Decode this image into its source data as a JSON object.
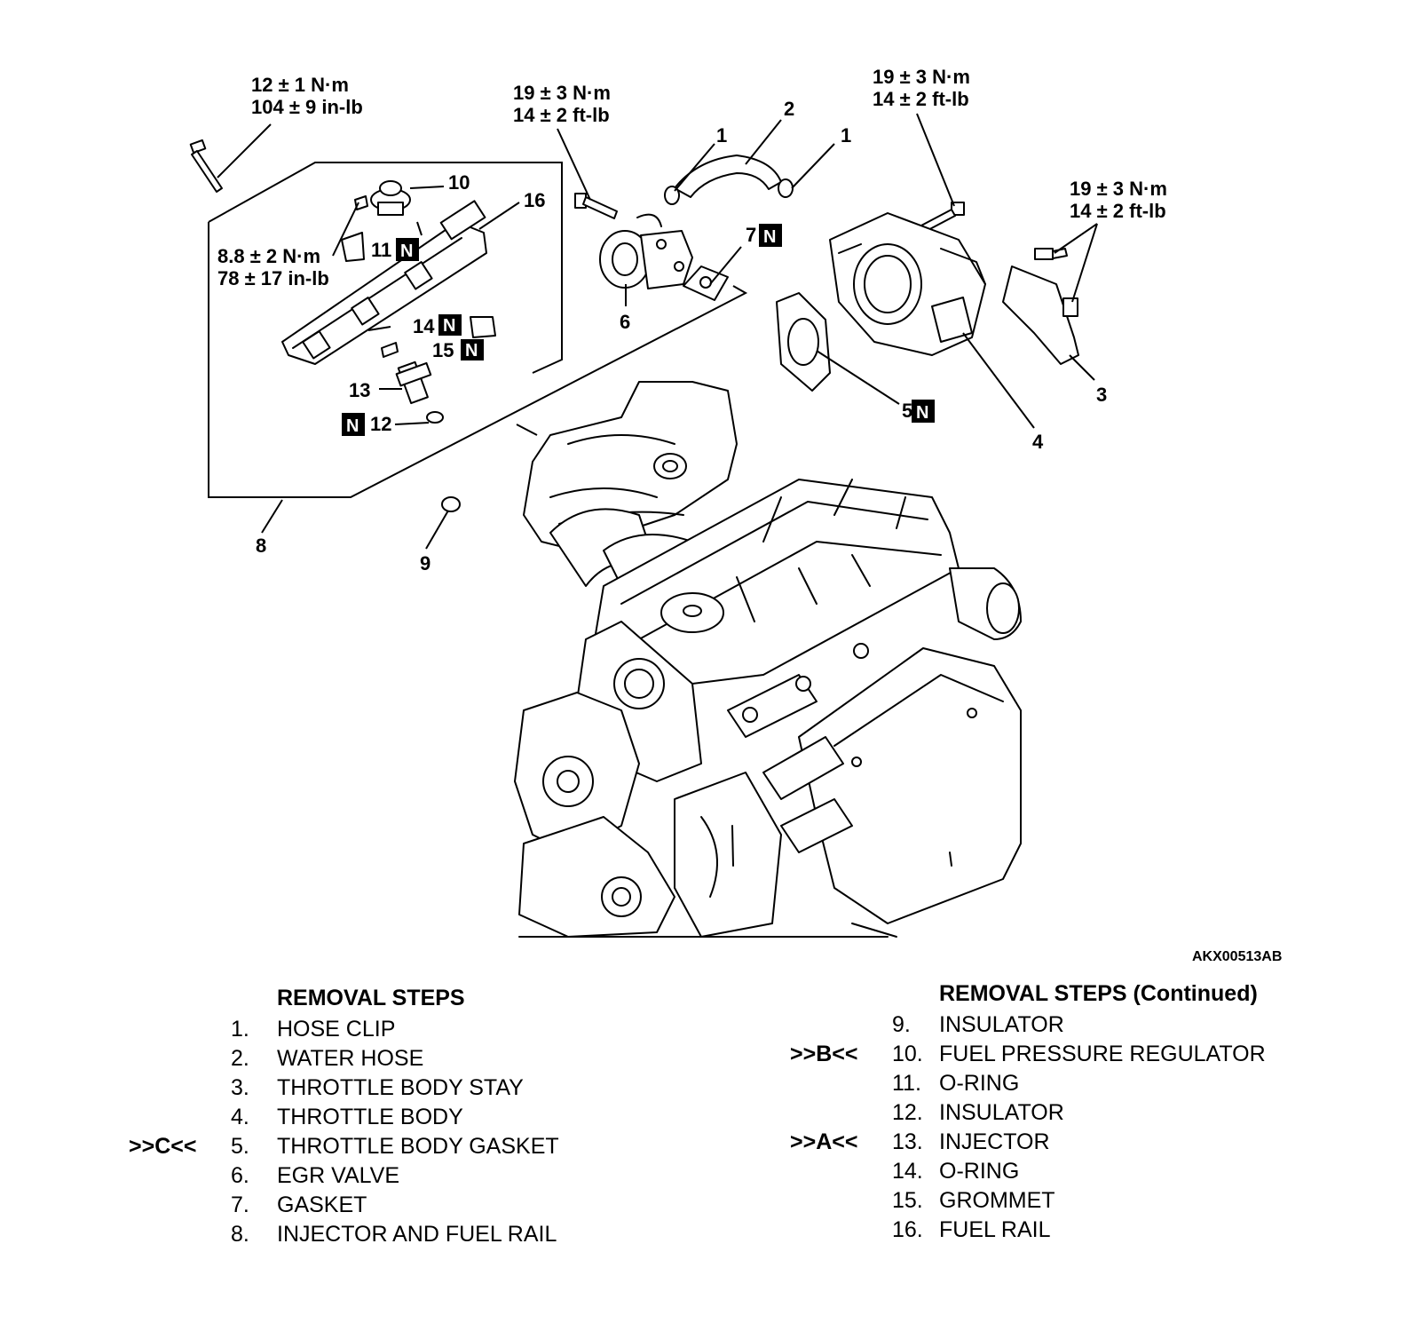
{
  "figure_code": "AKX00513AB",
  "torque_specs": {
    "t_top_left": [
      "12 ± 1 N·m",
      "104 ± 9 in-lb"
    ],
    "t_egr_bolt": [
      "19 ± 3 N·m",
      "14 ± 2 ft-lb"
    ],
    "t_tb_bolt": [
      "19 ± 3 N·m",
      "14 ± 2 ft-lb"
    ],
    "t_stay_bolt": [
      "19 ± 3 N·m",
      "14 ± 2 ft-lb"
    ],
    "t_regulator": [
      "8.8 ± 2 N·m",
      "78 ± 17 in-lb"
    ]
  },
  "callouts": {
    "c1a": "1",
    "c1b": "1",
    "c2": "2",
    "c3": "3",
    "c4": "4",
    "c5": "5",
    "c6": "6",
    "c7": "7",
    "c8": "8",
    "c9": "9",
    "c10": "10",
    "c11": "11",
    "c12": "12",
    "c13": "13",
    "c14": "14",
    "c15": "15",
    "c16": "16"
  },
  "new_part_mark": "N",
  "removal_steps": {
    "heading": "REMOVAL STEPS",
    "items": [
      {
        "ref": "",
        "num": "1.",
        "text": "HOSE CLIP"
      },
      {
        "ref": "",
        "num": "2.",
        "text": "WATER HOSE"
      },
      {
        "ref": "",
        "num": "3.",
        "text": "THROTTLE BODY STAY"
      },
      {
        "ref": "",
        "num": "4.",
        "text": "THROTTLE BODY"
      },
      {
        "ref": ">>C<<",
        "num": "5.",
        "text": "THROTTLE BODY GASKET"
      },
      {
        "ref": "",
        "num": "6.",
        "text": "EGR VALVE"
      },
      {
        "ref": "",
        "num": "7.",
        "text": "GASKET"
      },
      {
        "ref": "",
        "num": "8.",
        "text": "INJECTOR AND FUEL RAIL"
      }
    ]
  },
  "removal_steps_cont": {
    "heading": "REMOVAL STEPS (Continued)",
    "items": [
      {
        "ref": "",
        "num": "9.",
        "text": "INSULATOR"
      },
      {
        "ref": ">>B<<",
        "num": "10.",
        "text": "FUEL PRESSURE REGULATOR"
      },
      {
        "ref": "",
        "num": "11.",
        "text": "O-RING"
      },
      {
        "ref": "",
        "num": "12.",
        "text": "INSULATOR"
      },
      {
        "ref": ">>A<<",
        "num": "13.",
        "text": "INJECTOR"
      },
      {
        "ref": "",
        "num": "14.",
        "text": "O-RING"
      },
      {
        "ref": "",
        "num": "15.",
        "text": "GROMMET"
      },
      {
        "ref": "",
        "num": "16.",
        "text": "FUEL RAIL"
      }
    ]
  }
}
